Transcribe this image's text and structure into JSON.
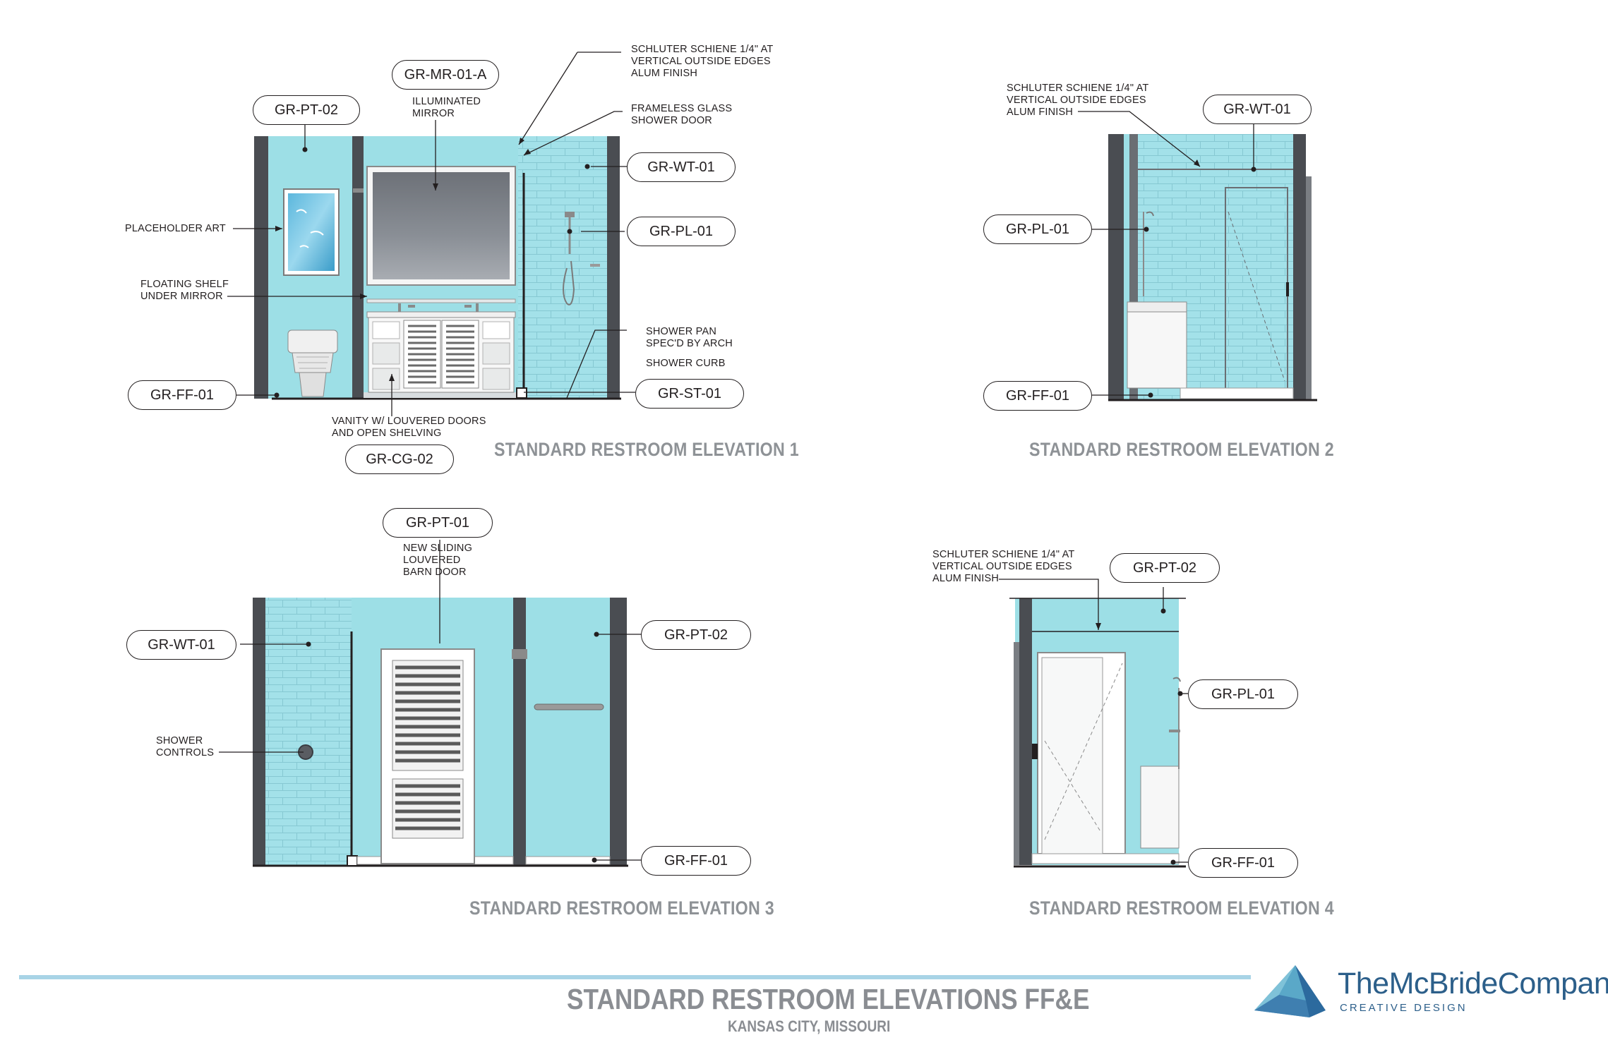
{
  "colors": {
    "tile": "#a3e1e9",
    "paint": "#9ddfe6",
    "frame": "#4a4d52",
    "title_gray": "#8e9296",
    "rule": "#a8d4e6",
    "brand": "#2c5f8a"
  },
  "sheet": {
    "title": "STANDARD RESTROOM ELEVATIONS FF&E",
    "subtitle": "KANSAS CITY, MISSOURI"
  },
  "brand": {
    "name": "TheMcBrideCompany",
    "tagline": "CREATIVE DESIGN",
    "logo_icon": "faceted-triangle-logo-icon"
  },
  "elevations": [
    {
      "title": "STANDARD RESTROOM ELEVATION 1",
      "tags": [
        "GR-MR-01-A",
        "GR-PT-02",
        "GR-WT-01",
        "GR-PL-01",
        "GR-FF-01",
        "GR-ST-01",
        "GR-CG-02"
      ],
      "notes": {
        "schluter": "SCHLUTER SCHIENE 1/4\" AT\nVERTICAL OUTSIDE EDGES\nALUM FINISH",
        "mirror": "ILLUMINATED\nMIRROR",
        "glass": "FRAMELESS GLASS\nSHOWER DOOR",
        "art": "PLACEHOLDER ART",
        "shelf": "FLOATING SHELF\nUNDER MIRROR",
        "pan": "SHOWER PAN\nSPEC'D BY ARCH",
        "curb": "SHOWER CURB",
        "vanity": "VANITY W/ LOUVERED DOORS\nAND OPEN SHELVING"
      }
    },
    {
      "title": "STANDARD RESTROOM ELEVATION 2",
      "tags": [
        "GR-WT-01",
        "GR-PL-01",
        "GR-FF-01"
      ],
      "notes": {
        "schluter": "SCHLUTER SCHIENE 1/4\" AT\nVERTICAL OUTSIDE EDGES\nALUM FINISH"
      }
    },
    {
      "title": "STANDARD RESTROOM ELEVATION 3",
      "tags": [
        "GR-PT-01",
        "GR-WT-01",
        "GR-PT-02",
        "GR-FF-01"
      ],
      "notes": {
        "door": "NEW SLIDING\nLOUVERED\nBARN DOOR",
        "controls": "SHOWER\nCONTROLS"
      }
    },
    {
      "title": "STANDARD RESTROOM ELEVATION 4",
      "tags": [
        "GR-PT-02",
        "GR-PL-01",
        "GR-FF-01"
      ],
      "notes": {
        "schluter": "SCHLUTER SCHIENE 1/4\" AT\nVERTICAL OUTSIDE EDGES\nALUM FINISH"
      }
    }
  ]
}
